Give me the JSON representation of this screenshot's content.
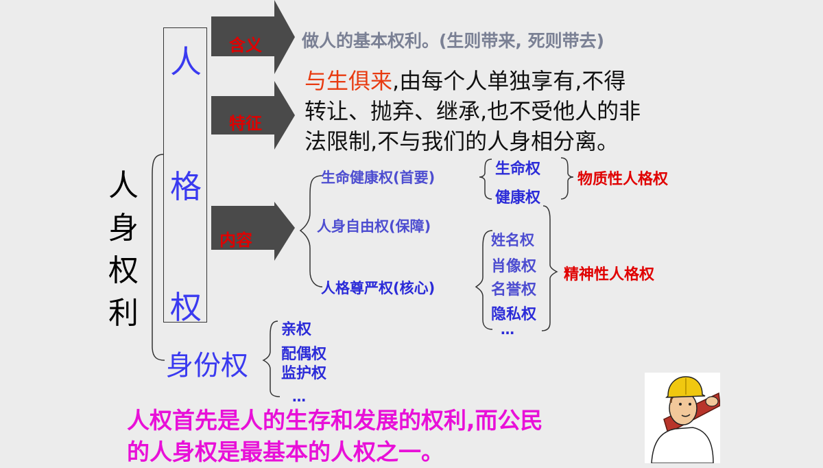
{
  "root": {
    "title": "人身权利"
  },
  "personality": {
    "title_chars": [
      "人",
      "格",
      "权"
    ]
  },
  "arrows": {
    "meaning": "含义",
    "features": "特征",
    "content": "内容"
  },
  "meaning_text": "做人的基本权利。(生则带来, 死则带去)",
  "features_text": {
    "highlight": "与生俱来",
    "line1_rest": ",由每个人单独享有,不得",
    "line2": "转让、抛弃、继承,也不受他人的非",
    "line3": "法限制,不与我们的人身相分离。"
  },
  "content": {
    "life_health": "生命健康权(首要)",
    "life": "生命权",
    "health": "健康权",
    "material": "物质性人格权",
    "freedom": "人身自由权(保障)",
    "dignity": "人格尊严权(核心)",
    "name": "姓名权",
    "portrait": "肖像权",
    "reputation": "名誉权",
    "privacy": "隐私权",
    "dots": "…",
    "spiritual": "精神性人格权"
  },
  "identity": {
    "title": "身份权",
    "items": [
      "亲权",
      "配偶权",
      "监护权"
    ],
    "dots": "…"
  },
  "bottom_text": {
    "line1": "人权首先是人的生存和发展的权利,而公民",
    "line2": "的人身权是最基本的人权之一。"
  },
  "colors": {
    "arrow": "#4a4a4a",
    "red": "#e00000",
    "blue": "#2b2bd8",
    "magenta": "#e810d8",
    "orange_red": "#e83a10"
  }
}
